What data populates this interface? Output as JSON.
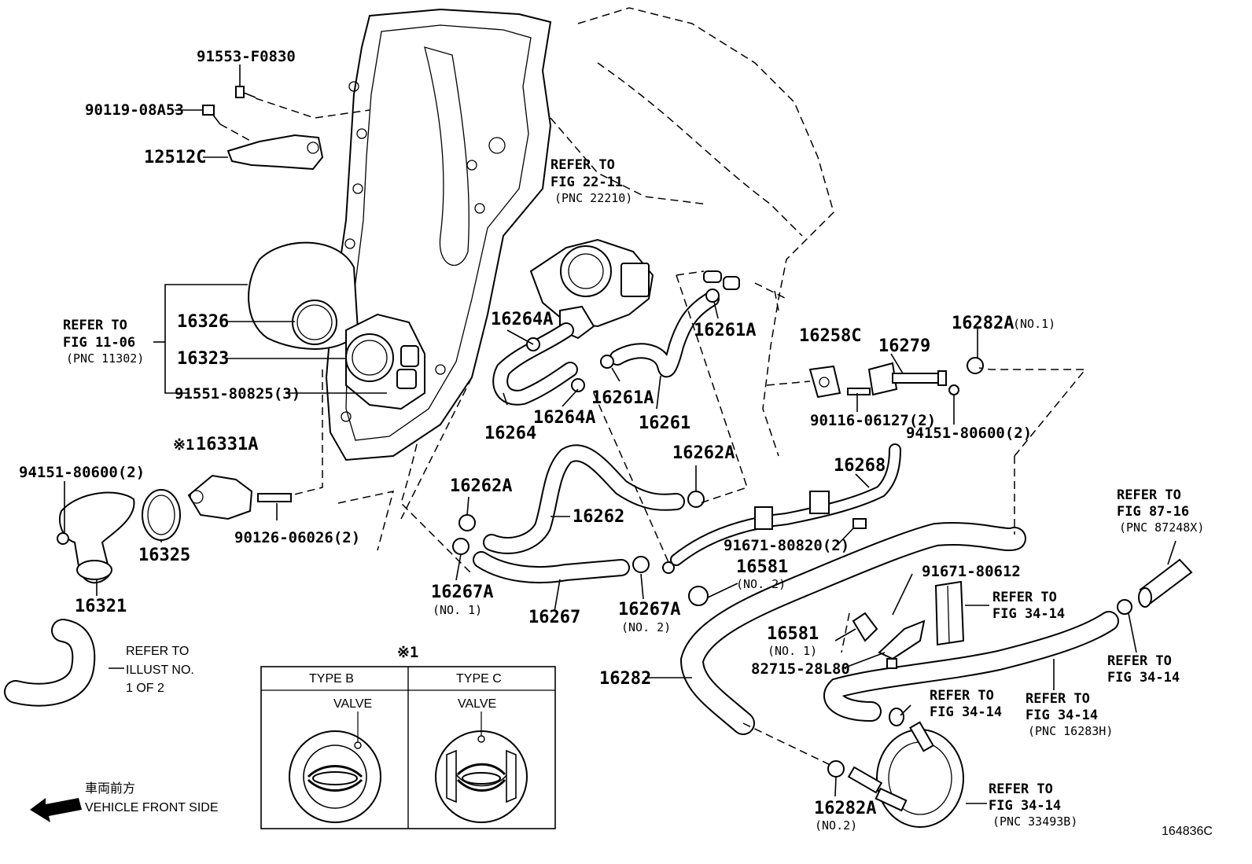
{
  "parts": {
    "p91553": "91553-F0830",
    "p90119": "90119-08A53",
    "p12512c": "12512C",
    "p16326": "16326",
    "p16323": "16323",
    "p91551": "91551-80825(3)",
    "p16331a": "16331A",
    "p94151_left": "94151-80600(2)",
    "p16325": "16325",
    "p90126": "90126-06026(2)",
    "p16321": "16321",
    "p16264a_top": "16264A",
    "p16264a_bot": "16264A",
    "p16264": "16264",
    "p16261a_top": "16261A",
    "p16261a_mid": "16261A",
    "p16261": "16261",
    "p16258c": "16258C",
    "p16279": "16279",
    "p16282a_top": "16282A",
    "p90116": "90116-06127(2)",
    "p94151_right": "94151-80600(2)",
    "p16262a_left": "16262A",
    "p16262a_right": "16262A",
    "p16262": "16262",
    "p16268": "16268",
    "p91671_80820": "91671-80820(2)",
    "p16267a_left": "16267A",
    "p16267": "16267",
    "p16267a_right": "16267A",
    "p16581_top": "16581",
    "p91671_80612": "91671-80612",
    "p16581_mid": "16581",
    "p82715": "82715-28L80",
    "p16282": "16282",
    "p16282a_bot": "16282A"
  },
  "notes": {
    "no1": "(NO.1)",
    "no1b": "(NO. 1)",
    "no1c": "(NO. 1)",
    "no2a": "(NO. 2)",
    "no2b": "(NO. 2)",
    "no2c": "(NO.2)",
    "asterisk1": "※1",
    "asterisk1_table": "※1"
  },
  "refs": {
    "refer_to": "REFER TO",
    "fig_22_11": "FIG 22-11",
    "pnc_22210": "(PNC 22210)",
    "fig_11_06": "FIG 11-06",
    "pnc_11302": "(PNC 11302)",
    "fig_87_16": "FIG 87-16",
    "pnc_87248x": "(PNC 87248X)",
    "fig_34_14": "FIG 34-14",
    "pnc_16283h": "(PNC 16283H)",
    "pnc_33493b": "(PNC 33493B)",
    "illust_no": "ILLUST NO.",
    "one_of_two": "1 OF 2"
  },
  "thermostat_table": {
    "type_b": "TYPE B",
    "type_c": "TYPE C",
    "valve_b": "VALVE",
    "valve_c": "VALVE"
  },
  "legend": {
    "jp_front": "車両前方",
    "vehicle_front_side": "VEHICLE FRONT SIDE"
  },
  "figure_id": "164836C"
}
